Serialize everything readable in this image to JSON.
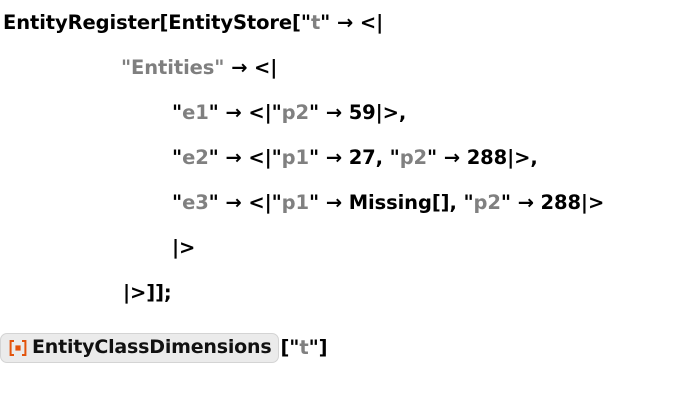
{
  "cell": {
    "kind": "wolfram-input-code",
    "lines": [
      {
        "id": "line-1",
        "indent": 0,
        "segments": [
          {
            "kind": "sym",
            "text": "EntityRegister[EntityStore["
          },
          {
            "kind": "quote",
            "text": "\""
          },
          {
            "kind": "str",
            "text": "t"
          },
          {
            "kind": "quote",
            "text": "\""
          },
          {
            "kind": "arrow",
            "text": " → <|"
          }
        ]
      },
      {
        "id": "line-2",
        "indent": 1,
        "segments": [
          {
            "kind": "strall",
            "text": "\"Entities\""
          },
          {
            "kind": "arrow",
            "text": " → <|"
          }
        ]
      },
      {
        "id": "line-3",
        "indent": 2,
        "segments": [
          {
            "kind": "quote",
            "text": "\""
          },
          {
            "kind": "str",
            "text": "e1"
          },
          {
            "kind": "quote",
            "text": "\""
          },
          {
            "kind": "arrow",
            "text": " → <|"
          },
          {
            "kind": "quote",
            "text": "\""
          },
          {
            "kind": "str",
            "text": "p2"
          },
          {
            "kind": "quote",
            "text": "\""
          },
          {
            "kind": "arrow",
            "text": " → "
          },
          {
            "kind": "num",
            "text": "59"
          },
          {
            "kind": "sym",
            "text": "|>,"
          }
        ]
      },
      {
        "id": "line-4",
        "indent": 2,
        "segments": [
          {
            "kind": "quote",
            "text": "\""
          },
          {
            "kind": "str",
            "text": "e2"
          },
          {
            "kind": "quote",
            "text": "\""
          },
          {
            "kind": "arrow",
            "text": " → <|"
          },
          {
            "kind": "quote",
            "text": "\""
          },
          {
            "kind": "str",
            "text": "p1"
          },
          {
            "kind": "quote",
            "text": "\""
          },
          {
            "kind": "arrow",
            "text": " → "
          },
          {
            "kind": "num",
            "text": "27"
          },
          {
            "kind": "sym",
            "text": ", "
          },
          {
            "kind": "quote",
            "text": "\""
          },
          {
            "kind": "str",
            "text": "p2"
          },
          {
            "kind": "quote",
            "text": "\""
          },
          {
            "kind": "arrow",
            "text": " → "
          },
          {
            "kind": "num",
            "text": "288"
          },
          {
            "kind": "sym",
            "text": "|>,"
          }
        ]
      },
      {
        "id": "line-5",
        "indent": 2,
        "segments": [
          {
            "kind": "quote",
            "text": "\""
          },
          {
            "kind": "str",
            "text": "e3"
          },
          {
            "kind": "quote",
            "text": "\""
          },
          {
            "kind": "arrow",
            "text": " → <|"
          },
          {
            "kind": "quote",
            "text": "\""
          },
          {
            "kind": "str",
            "text": "p1"
          },
          {
            "kind": "quote",
            "text": "\""
          },
          {
            "kind": "arrow",
            "text": " → "
          },
          {
            "kind": "sym",
            "text": "Missing[], "
          },
          {
            "kind": "quote",
            "text": "\""
          },
          {
            "kind": "str",
            "text": "p2"
          },
          {
            "kind": "quote",
            "text": "\""
          },
          {
            "kind": "arrow",
            "text": " → "
          },
          {
            "kind": "num",
            "text": "288"
          },
          {
            "kind": "sym",
            "text": "|>"
          }
        ]
      },
      {
        "id": "line-6",
        "indent": 2,
        "segments": [
          {
            "kind": "sym",
            "text": "|>"
          }
        ]
      },
      {
        "id": "line-7",
        "indent": 3,
        "segments": [
          {
            "kind": "sym",
            "text": "|>]];"
          }
        ]
      }
    ]
  },
  "resource_function": {
    "icon_name": "resource-function-icon",
    "icon_color": "#e3540c",
    "name": "EntityClassDimensions",
    "frame_background": "#ebebeb",
    "frame_border": "#d4d4d4",
    "args": [
      {
        "kind": "sym",
        "text": "["
      },
      {
        "kind": "quote",
        "text": "\""
      },
      {
        "kind": "str",
        "text": "t"
      },
      {
        "kind": "quote",
        "text": "\""
      },
      {
        "kind": "sym",
        "text": "]"
      }
    ]
  }
}
